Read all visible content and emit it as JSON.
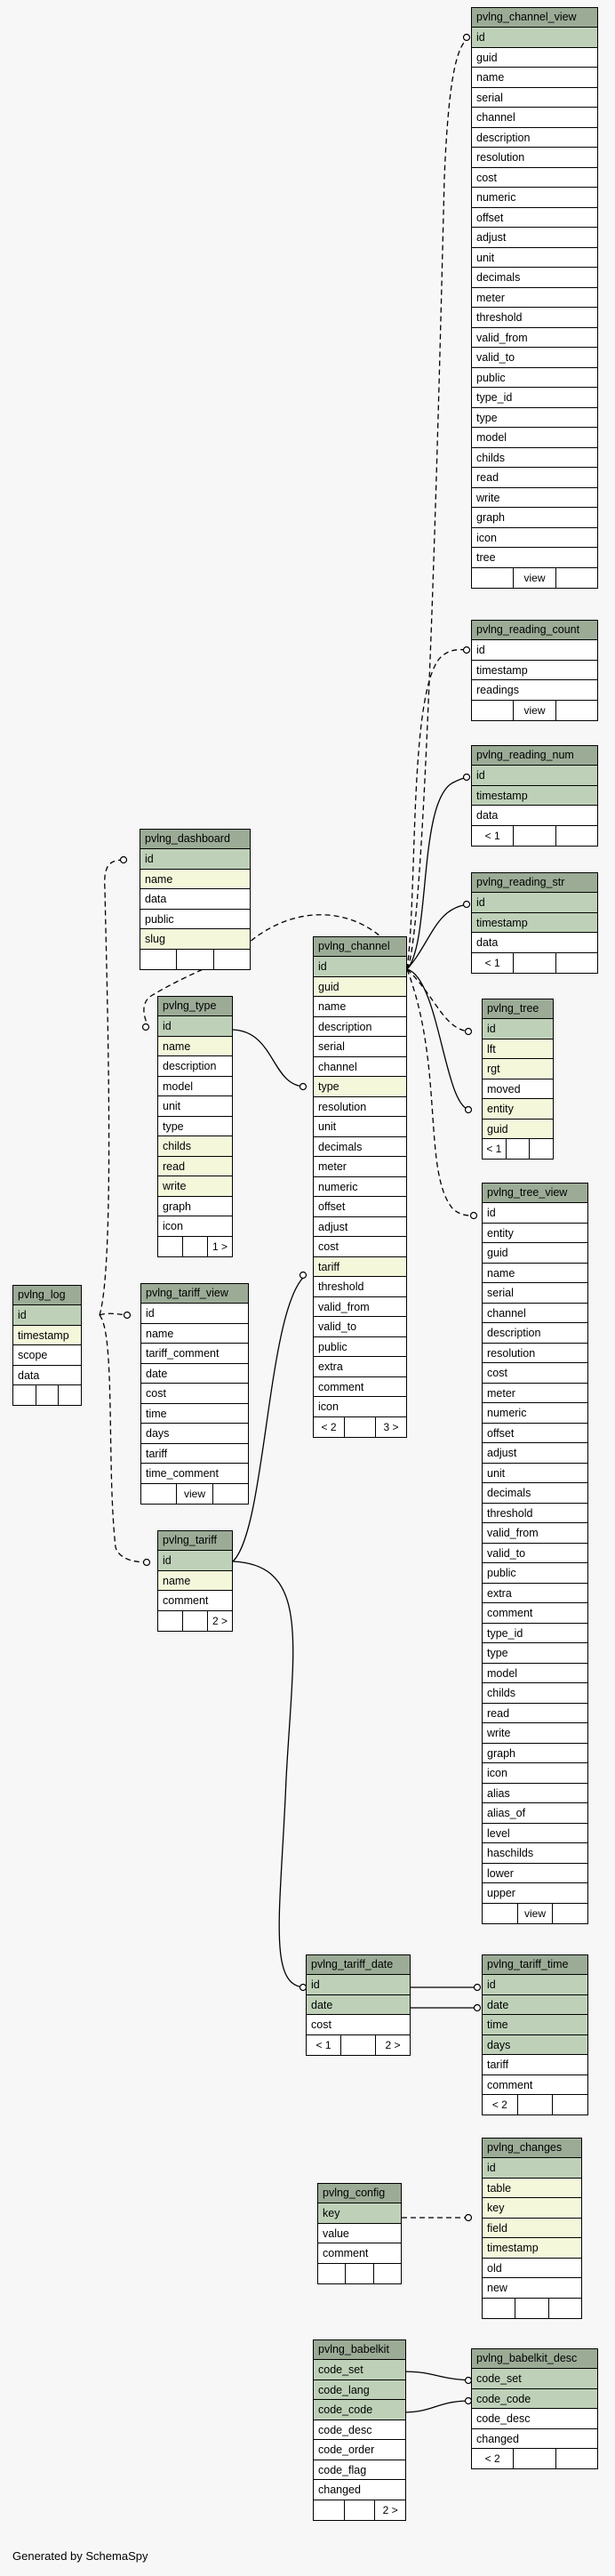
{
  "footer": "Generated by SchemaSpy",
  "colors": {
    "header": "#9bab96",
    "primary_key": "#bed1b8",
    "foreign_key": "#f4f7da",
    "background": "#f7f7f7"
  },
  "tables": [
    {
      "name": "pvlng_channel_view",
      "columns": [
        {
          "n": "id",
          "t": "pk"
        },
        {
          "n": "guid"
        },
        {
          "n": "name"
        },
        {
          "n": "serial"
        },
        {
          "n": "channel"
        },
        {
          "n": "description"
        },
        {
          "n": "resolution"
        },
        {
          "n": "cost"
        },
        {
          "n": "numeric"
        },
        {
          "n": "offset"
        },
        {
          "n": "adjust"
        },
        {
          "n": "unit"
        },
        {
          "n": "decimals"
        },
        {
          "n": "meter"
        },
        {
          "n": "threshold"
        },
        {
          "n": "valid_from"
        },
        {
          "n": "valid_to"
        },
        {
          "n": "public"
        },
        {
          "n": "type_id"
        },
        {
          "n": "type"
        },
        {
          "n": "model"
        },
        {
          "n": "childs"
        },
        {
          "n": "read"
        },
        {
          "n": "write"
        },
        {
          "n": "graph"
        },
        {
          "n": "icon"
        },
        {
          "n": "tree"
        }
      ],
      "footer": [
        "",
        "view",
        ""
      ]
    },
    {
      "name": "pvlng_reading_count",
      "columns": [
        {
          "n": "id"
        },
        {
          "n": "timestamp"
        },
        {
          "n": "readings"
        }
      ],
      "footer": [
        "",
        "view",
        ""
      ]
    },
    {
      "name": "pvlng_reading_num",
      "columns": [
        {
          "n": "id",
          "t": "pk"
        },
        {
          "n": "timestamp",
          "t": "pk"
        },
        {
          "n": "data"
        }
      ],
      "footer": [
        "< 1",
        "",
        ""
      ]
    },
    {
      "name": "pvlng_dashboard",
      "columns": [
        {
          "n": "id",
          "t": "pk"
        },
        {
          "n": "name",
          "t": "fk"
        },
        {
          "n": "data"
        },
        {
          "n": "public"
        },
        {
          "n": "slug",
          "t": "fk"
        }
      ],
      "footer": [
        "",
        "",
        ""
      ]
    },
    {
      "name": "pvlng_reading_str",
      "columns": [
        {
          "n": "id",
          "t": "pk"
        },
        {
          "n": "timestamp",
          "t": "pk"
        },
        {
          "n": "data"
        }
      ],
      "footer": [
        "< 1",
        "",
        ""
      ]
    },
    {
      "name": "pvlng_channel",
      "columns": [
        {
          "n": "id",
          "t": "pk"
        },
        {
          "n": "guid",
          "t": "fk"
        },
        {
          "n": "name"
        },
        {
          "n": "description"
        },
        {
          "n": "serial"
        },
        {
          "n": "channel"
        },
        {
          "n": "type",
          "t": "fk"
        },
        {
          "n": "resolution"
        },
        {
          "n": "unit"
        },
        {
          "n": "decimals"
        },
        {
          "n": "meter"
        },
        {
          "n": "numeric"
        },
        {
          "n": "offset"
        },
        {
          "n": "adjust"
        },
        {
          "n": "cost"
        },
        {
          "n": "tariff",
          "t": "fk"
        },
        {
          "n": "threshold"
        },
        {
          "n": "valid_from"
        },
        {
          "n": "valid_to"
        },
        {
          "n": "public"
        },
        {
          "n": "extra"
        },
        {
          "n": "comment"
        },
        {
          "n": "icon"
        }
      ],
      "footer": [
        "< 2",
        "",
        "3 >"
      ]
    },
    {
      "name": "pvlng_type",
      "columns": [
        {
          "n": "id",
          "t": "pk"
        },
        {
          "n": "name",
          "t": "fk"
        },
        {
          "n": "description"
        },
        {
          "n": "model"
        },
        {
          "n": "unit"
        },
        {
          "n": "type"
        },
        {
          "n": "childs",
          "t": "fk"
        },
        {
          "n": "read",
          "t": "fk"
        },
        {
          "n": "write",
          "t": "fk"
        },
        {
          "n": "graph"
        },
        {
          "n": "icon"
        }
      ],
      "footer": [
        "",
        "",
        "1 >"
      ]
    },
    {
      "name": "pvlng_tree",
      "columns": [
        {
          "n": "id",
          "t": "pk"
        },
        {
          "n": "lft",
          "t": "fk"
        },
        {
          "n": "rgt",
          "t": "fk"
        },
        {
          "n": "moved"
        },
        {
          "n": "entity",
          "t": "fk"
        },
        {
          "n": "guid",
          "t": "fk"
        }
      ],
      "footer": [
        "< 1",
        "",
        ""
      ]
    },
    {
      "name": "pvlng_tree_view",
      "columns": [
        {
          "n": "id"
        },
        {
          "n": "entity"
        },
        {
          "n": "guid"
        },
        {
          "n": "name"
        },
        {
          "n": "serial"
        },
        {
          "n": "channel"
        },
        {
          "n": "description"
        },
        {
          "n": "resolution"
        },
        {
          "n": "cost"
        },
        {
          "n": "meter"
        },
        {
          "n": "numeric"
        },
        {
          "n": "offset"
        },
        {
          "n": "adjust"
        },
        {
          "n": "unit"
        },
        {
          "n": "decimals"
        },
        {
          "n": "threshold"
        },
        {
          "n": "valid_from"
        },
        {
          "n": "valid_to"
        },
        {
          "n": "public"
        },
        {
          "n": "extra"
        },
        {
          "n": "comment"
        },
        {
          "n": "type_id"
        },
        {
          "n": "type"
        },
        {
          "n": "model"
        },
        {
          "n": "childs"
        },
        {
          "n": "read"
        },
        {
          "n": "write"
        },
        {
          "n": "graph"
        },
        {
          "n": "icon"
        },
        {
          "n": "alias"
        },
        {
          "n": "alias_of"
        },
        {
          "n": "level"
        },
        {
          "n": "haschilds"
        },
        {
          "n": "lower"
        },
        {
          "n": "upper"
        }
      ],
      "footer": [
        "",
        "view",
        ""
      ]
    },
    {
      "name": "pvlng_log",
      "columns": [
        {
          "n": "id",
          "t": "pk"
        },
        {
          "n": "timestamp",
          "t": "fk"
        },
        {
          "n": "scope"
        },
        {
          "n": "data"
        }
      ],
      "footer": [
        "",
        "",
        ""
      ]
    },
    {
      "name": "pvlng_tariff_view",
      "columns": [
        {
          "n": "id"
        },
        {
          "n": "name"
        },
        {
          "n": "tariff_comment"
        },
        {
          "n": "date"
        },
        {
          "n": "cost"
        },
        {
          "n": "time"
        },
        {
          "n": "days"
        },
        {
          "n": "tariff"
        },
        {
          "n": "time_comment"
        }
      ],
      "footer": [
        "",
        "view",
        ""
      ]
    },
    {
      "name": "pvlng_tariff",
      "columns": [
        {
          "n": "id",
          "t": "pk"
        },
        {
          "n": "name",
          "t": "fk"
        },
        {
          "n": "comment"
        }
      ],
      "footer": [
        "",
        "",
        "2 >"
      ]
    },
    {
      "name": "pvlng_tariff_date",
      "columns": [
        {
          "n": "id",
          "t": "pk"
        },
        {
          "n": "date",
          "t": "pk"
        },
        {
          "n": "cost"
        }
      ],
      "footer": [
        "< 1",
        "",
        "2 >"
      ]
    },
    {
      "name": "pvlng_tariff_time",
      "columns": [
        {
          "n": "id",
          "t": "pk"
        },
        {
          "n": "date",
          "t": "pk"
        },
        {
          "n": "time",
          "t": "pk"
        },
        {
          "n": "days",
          "t": "pk"
        },
        {
          "n": "tariff"
        },
        {
          "n": "comment"
        }
      ],
      "footer": [
        "< 2",
        "",
        ""
      ]
    },
    {
      "name": "pvlng_changes",
      "columns": [
        {
          "n": "id",
          "t": "pk"
        },
        {
          "n": "table",
          "t": "fk"
        },
        {
          "n": "key",
          "t": "fk"
        },
        {
          "n": "field",
          "t": "fk"
        },
        {
          "n": "timestamp",
          "t": "fk"
        },
        {
          "n": "old"
        },
        {
          "n": "new"
        }
      ],
      "footer": [
        "",
        "",
        ""
      ]
    },
    {
      "name": "pvlng_config",
      "columns": [
        {
          "n": "key",
          "t": "pk"
        },
        {
          "n": "value"
        },
        {
          "n": "comment"
        }
      ],
      "footer": [
        "",
        "",
        ""
      ]
    },
    {
      "name": "pvlng_babelkit",
      "columns": [
        {
          "n": "code_set",
          "t": "pk"
        },
        {
          "n": "code_lang",
          "t": "pk"
        },
        {
          "n": "code_code",
          "t": "pk"
        },
        {
          "n": "code_desc"
        },
        {
          "n": "code_order"
        },
        {
          "n": "code_flag"
        },
        {
          "n": "changed"
        }
      ],
      "footer": [
        "",
        "",
        "2 >"
      ]
    },
    {
      "name": "pvlng_babelkit_desc",
      "columns": [
        {
          "n": "code_set",
          "t": "pk"
        },
        {
          "n": "code_code",
          "t": "pk"
        },
        {
          "n": "code_desc"
        },
        {
          "n": "changed"
        }
      ],
      "footer": [
        "< 2",
        "",
        ""
      ]
    }
  ]
}
